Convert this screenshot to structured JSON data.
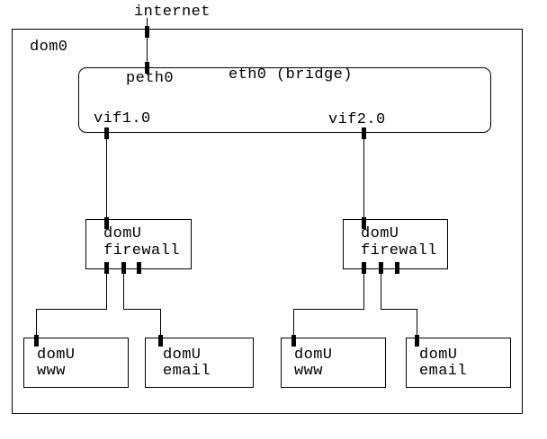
{
  "diagram": {
    "internet_label": "internet",
    "dom0_label": "dom0",
    "bridge": {
      "peth0_label": "peth0",
      "eth0_label": "eth0 (bridge)",
      "vif1_label": "vif1.0",
      "vif2_label": "vif2.0"
    },
    "nodes": {
      "firewall_left": {
        "line1": "domU",
        "line2": "firewall"
      },
      "firewall_right": {
        "line1": "domU",
        "line2": "firewall"
      },
      "www_left": {
        "line1": "domU",
        "line2": "www"
      },
      "email_left": {
        "line1": "domU",
        "line2": "email"
      },
      "www_right": {
        "line1": "domU",
        "line2": "www"
      },
      "email_right": {
        "line1": "domU",
        "line2": "email"
      }
    },
    "colors": {
      "line": "#000000",
      "background": "#ffffff",
      "text": "#000000"
    }
  }
}
